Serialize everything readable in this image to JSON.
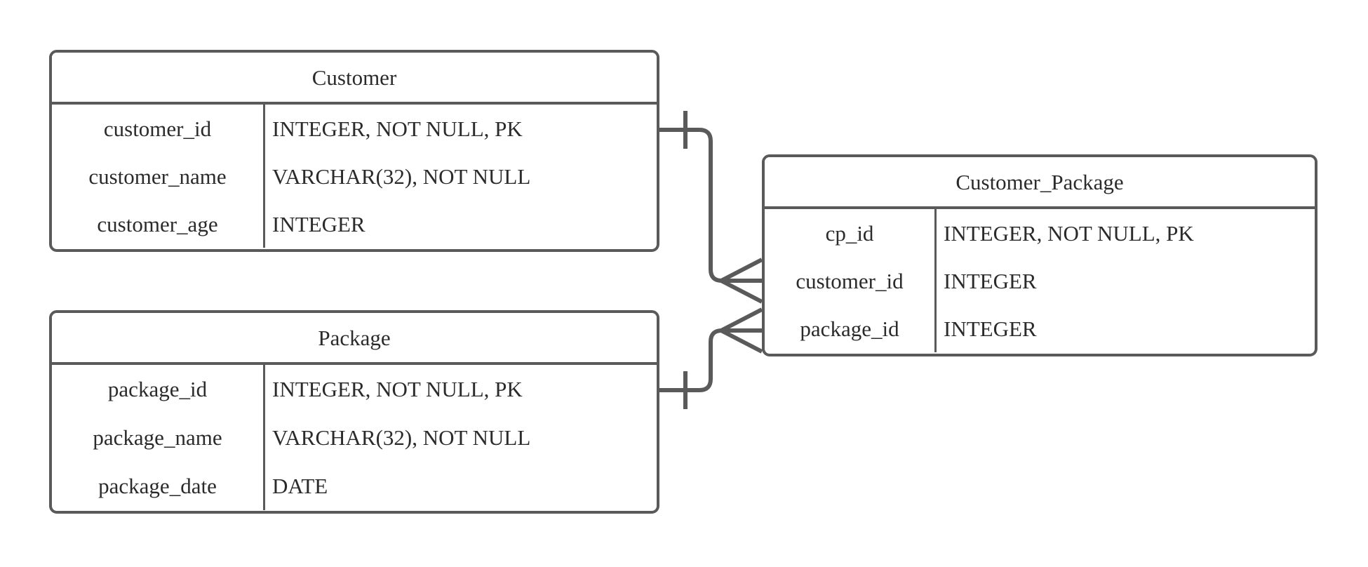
{
  "diagram": {
    "type": "entity-relationship-diagram",
    "notation": "crow's foot",
    "background_color": "#ffffff",
    "stroke_color": "#5a5a5a",
    "text_color": "#2b2b2b"
  },
  "entities": [
    {
      "id": "customer",
      "title": "Customer",
      "fields": [
        {
          "name": "customer_id",
          "type": "INTEGER, NOT NULL, PK"
        },
        {
          "name": "customer_name",
          "type": "VARCHAR(32), NOT NULL"
        },
        {
          "name": "customer_age",
          "type": "INTEGER"
        }
      ]
    },
    {
      "id": "package",
      "title": "Package",
      "fields": [
        {
          "name": "package_id",
          "type": "INTEGER, NOT NULL, PK"
        },
        {
          "name": "package_name",
          "type": "VARCHAR(32), NOT NULL"
        },
        {
          "name": "package_date",
          "type": "DATE"
        }
      ]
    },
    {
      "id": "customer_package",
      "title": "Customer_Package",
      "fields": [
        {
          "name": "cp_id",
          "type": "INTEGER, NOT NULL, PK"
        },
        {
          "name": "customer_id",
          "type": "INTEGER"
        },
        {
          "name": "package_id",
          "type": "INTEGER"
        }
      ]
    }
  ],
  "relationships": [
    {
      "id": "customer-to-customer-package",
      "from_entity": "Customer",
      "to_entity": "Customer_Package",
      "from_cardinality": "one",
      "to_cardinality": "many"
    },
    {
      "id": "package-to-customer-package",
      "from_entity": "Package",
      "to_entity": "Customer_Package",
      "from_cardinality": "one",
      "to_cardinality": "many"
    }
  ]
}
